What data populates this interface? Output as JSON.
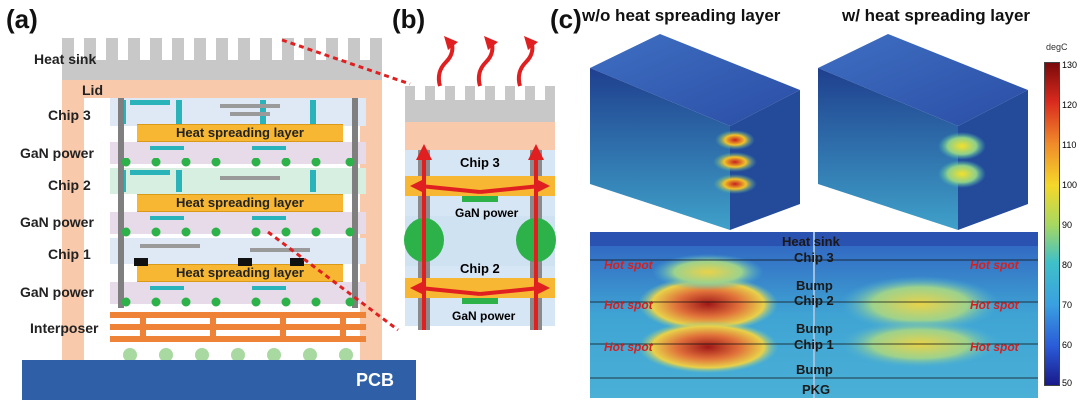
{
  "panels": {
    "a": "(a)",
    "b": "(b)",
    "c": "(c)"
  },
  "panel_a": {
    "labels": {
      "heat_sink": "Heat sink",
      "lid": "Lid",
      "chip3": "Chip 3",
      "gan1": "GaN power",
      "chip2": "Chip 2",
      "gan2": "GaN power",
      "chip1": "Chip 1",
      "gan3": "GaN power",
      "interposer": "Interposer",
      "pcb": "PCB"
    },
    "heat_spreading": [
      "Heat spreading layer",
      "Heat spreading layer",
      "Heat spreading layer"
    ]
  },
  "panel_b": {
    "chip3": "Chip 3",
    "gan_top": "GaN power",
    "chip2": "Chip 2",
    "gan_bottom": "GaN power"
  },
  "panel_c": {
    "title_left": "w/o heat spreading layer",
    "title_right": "w/ heat spreading layer",
    "colorbar": {
      "unit": "degC",
      "ticks": [
        "130",
        "120",
        "110",
        "100",
        "90",
        "80",
        "70",
        "60",
        "50"
      ],
      "range": [
        50,
        130
      ]
    },
    "cross_section_labels": [
      "Heat sink",
      "Chip 3",
      "Bump",
      "Chip 2",
      "Bump",
      "Chip 1",
      "Bump",
      "PKG"
    ],
    "hot_spot": "Hot spot"
  },
  "colors": {
    "heat_spreading": "#f7b733",
    "pcb": "#2f5fa6",
    "lid": "#f9c9ac",
    "arrow": "#e02020",
    "bump": "#2db24a"
  }
}
